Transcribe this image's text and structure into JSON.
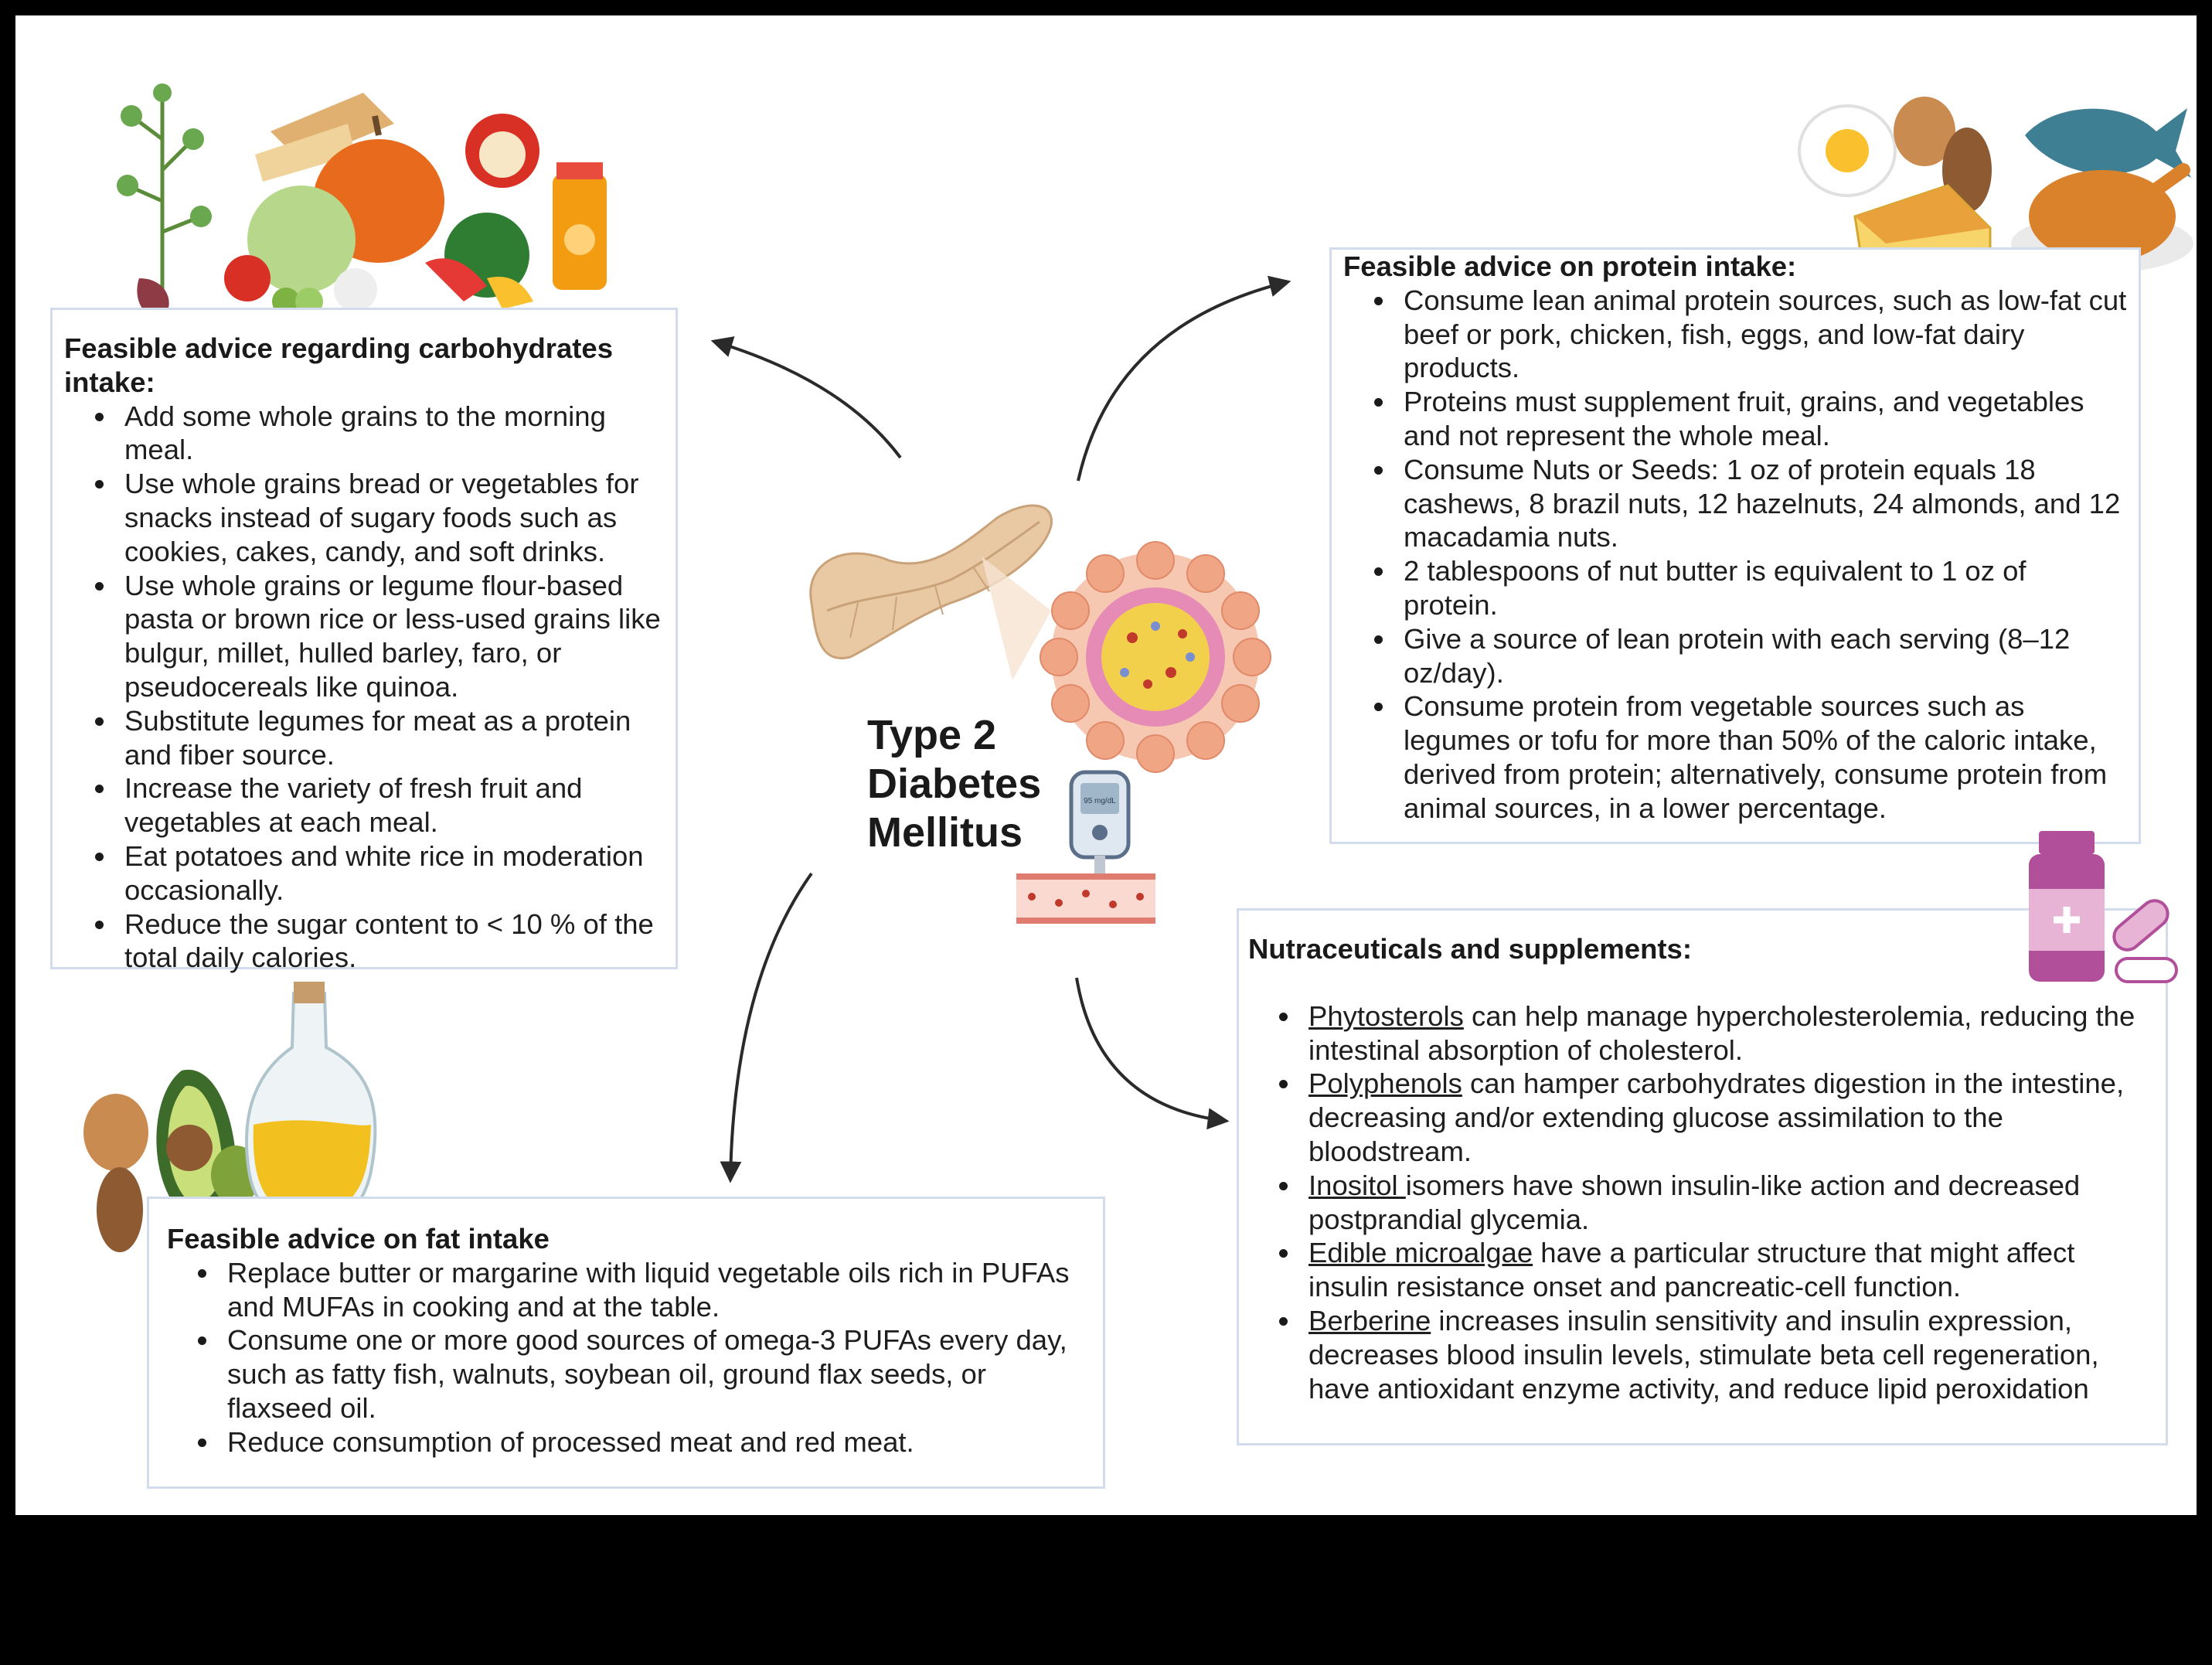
{
  "center": {
    "title_lines": [
      "Type 2",
      "Diabetes",
      "Mellitus"
    ]
  },
  "carbs": {
    "title": "Feasible advice regarding carbohydrates intake:",
    "items": [
      "Add some whole grains to the morning meal.",
      "Use whole grains bread or vegetables for snacks instead of sugary foods such as cookies, cakes, candy, and soft drinks.",
      "Use whole grains or legume flour-based pasta or brown rice or less-used grains like bulgur, millet, hulled barley, faro, or pseudocereals like quinoa.",
      "Substitute legumes for meat as a protein and fiber source.",
      "Increase the variety of fresh fruit and vegetables at each meal.",
      "Eat potatoes and white rice in moderation occasionally.",
      "Reduce the sugar content to < 10 % of the total daily calories."
    ]
  },
  "protein": {
    "title": "Feasible advice on protein intake:",
    "items": [
      "Consume lean animal protein sources, such as low-fat cut beef or pork, chicken, fish, eggs, and low-fat dairy products.",
      "Proteins must supplement fruit, grains, and vegetables and not represent the whole meal.",
      "Consume Nuts or Seeds: 1 oz of protein equals 18 cashews, 8 brazil nuts, 12 hazelnuts, 24 almonds, and 12 macadamia nuts.",
      "2 tablespoons of nut butter is equivalent to 1 oz of protein.",
      "Give a source of lean protein with each serving (8–12 oz/day).",
      "Consume protein from vegetable sources such as legumes or tofu for more than 50% of the caloric intake, derived from protein; alternatively, consume protein from animal sources, in a lower percentage."
    ]
  },
  "fat": {
    "title": "Feasible advice on fat intake",
    "items": [
      "Replace butter or margarine with liquid vegetable oils rich in PUFAs and MUFAs in cooking and at the table.",
      "Consume one or more good sources of omega-3 PUFAs every day, such as fatty fish, walnuts, soybean oil, ground flax seeds, or flaxseed oil.",
      "Reduce consumption of processed meat and red meat."
    ]
  },
  "supplements": {
    "title": "Nutraceuticals and supplements:",
    "items": [
      {
        "term": "Phytosterols",
        "text": " can help manage hypercholesterolemia, reducing the intestinal absorption of cholesterol."
      },
      {
        "term": "Polyphenols",
        "text": " can hamper carbohydrates digestion in the intestine, decreasing and/or extending glucose assimilation to the bloodstream."
      },
      {
        "term": "Inositol ",
        "text": "isomers have shown insulin-like action and decreased postprandial glycemia."
      },
      {
        "term": "Edible microalgae",
        "text": " have a particular structure that might affect insulin resistance onset and pancreatic-cell function."
      },
      {
        "term": "Berberine",
        "text": " increases insulin sensitivity and insulin expression, decreases blood insulin levels, stimulate beta cell regeneration, have antioxidant enzyme activity, and reduce lipid peroxidation"
      }
    ]
  },
  "glucometer": {
    "reading": "95 mg/dL"
  },
  "colors": {
    "box_border": "#d3dcec",
    "arrow": "#2a2a2a",
    "pancreas": "#e9c9a3",
    "islet_outer": "#f0a585",
    "islet_core": "#f3d04c",
    "pill_bottle": "#b14f9b"
  },
  "icons": [
    "pancreas-icon",
    "islet-cells-icon",
    "glucometer-icon",
    "blood-vessel-icon",
    "vegetables-icon",
    "protein-foods-icon",
    "fats-icon",
    "supplements-icon"
  ]
}
